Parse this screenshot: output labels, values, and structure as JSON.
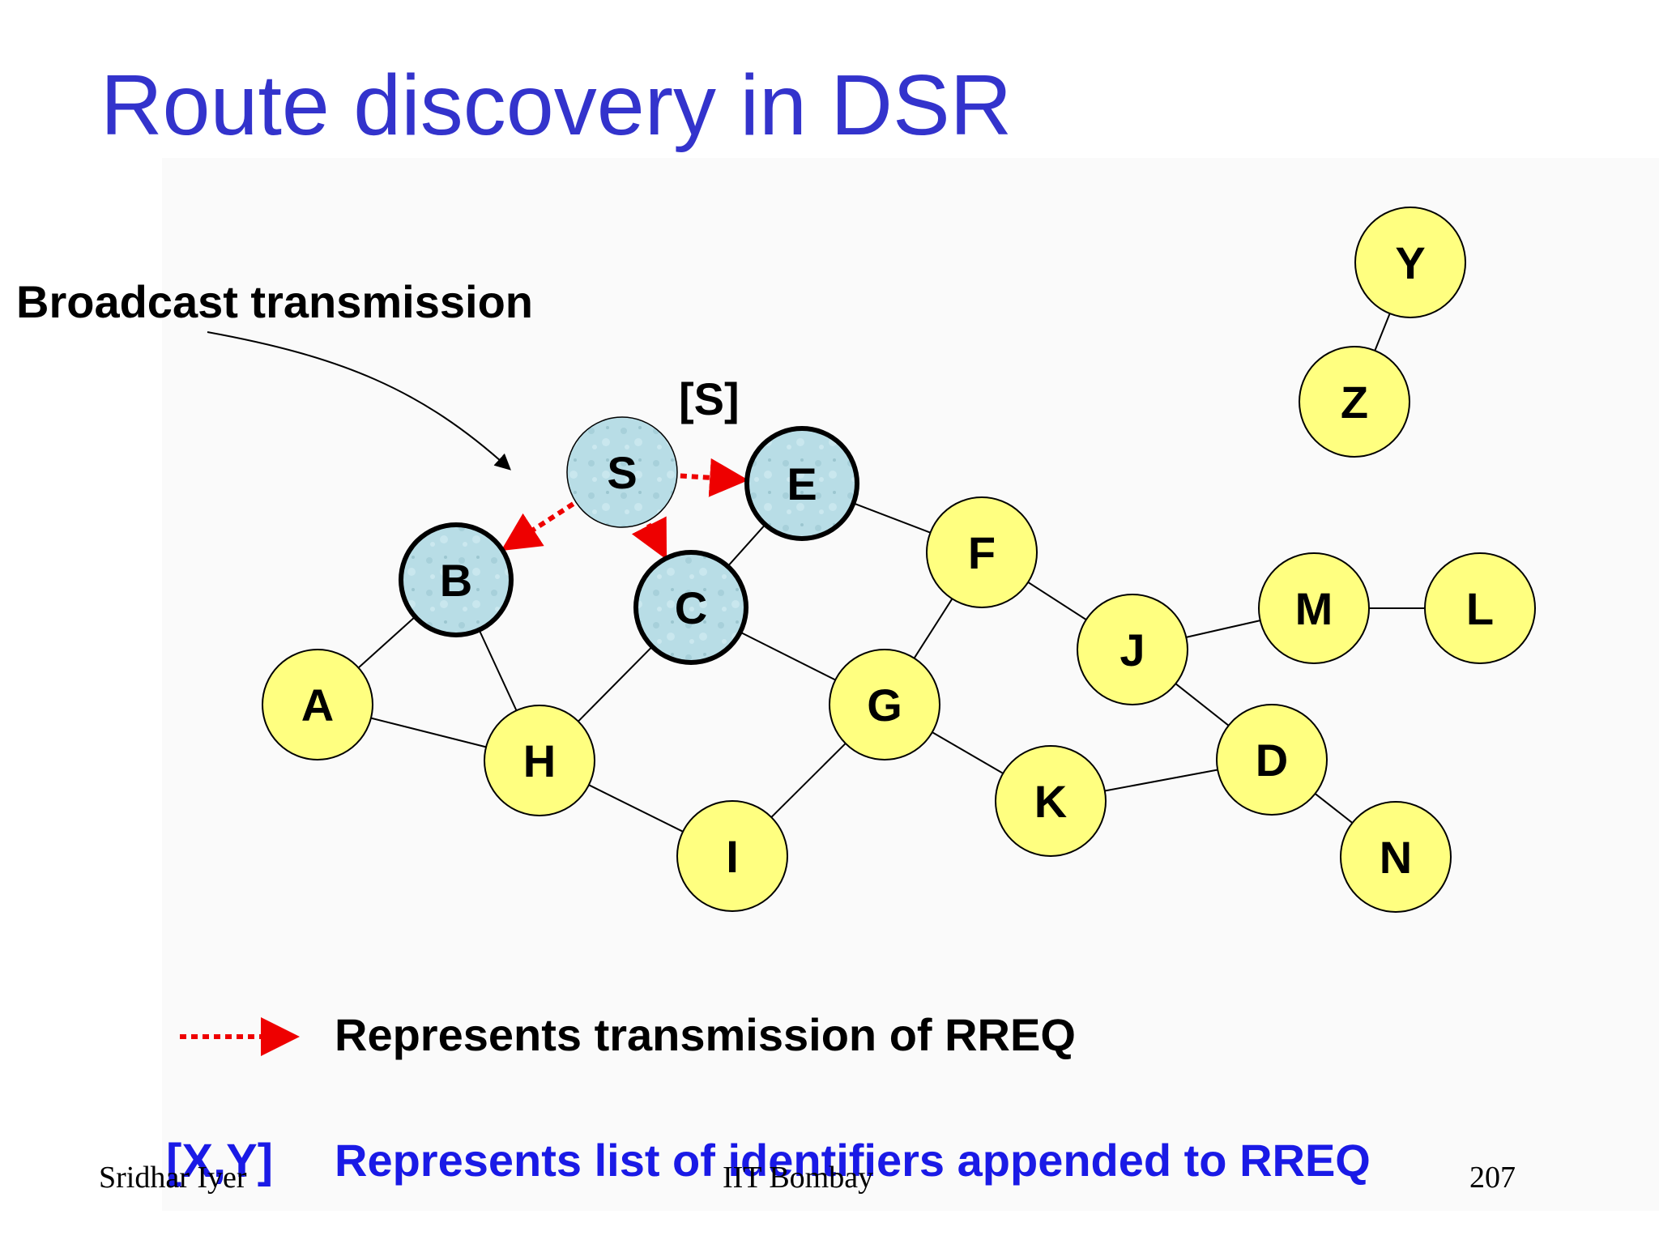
{
  "slide": {
    "title": "Route discovery in DSR",
    "broadcast_label": "Broadcast transmission",
    "packet_label": "[S]",
    "legend": {
      "rreq_text": "Represents transmission of RREQ",
      "list_symbol": "[X,Y]",
      "list_text": "Represents list of identifiers appended to RREQ"
    },
    "footer": {
      "author": "Sridhar Iyer",
      "institution": "IIT Bombay",
      "page": "207"
    }
  },
  "colors": {
    "title": "#3333cc",
    "legend_blue": "#1a1ae6",
    "node_fill": "#ffff80",
    "active_node_fill": "#b8dde6",
    "arrow": "#ee0000"
  },
  "nodes": [
    {
      "id": "S",
      "label": "S",
      "state": "source"
    },
    {
      "id": "E",
      "label": "E",
      "state": "received"
    },
    {
      "id": "B",
      "label": "B",
      "state": "received"
    },
    {
      "id": "C",
      "label": "C",
      "state": "received"
    },
    {
      "id": "A",
      "label": "A",
      "state": "idle"
    },
    {
      "id": "H",
      "label": "H",
      "state": "idle"
    },
    {
      "id": "I",
      "label": "I",
      "state": "idle"
    },
    {
      "id": "G",
      "label": "G",
      "state": "idle"
    },
    {
      "id": "F",
      "label": "F",
      "state": "idle"
    },
    {
      "id": "K",
      "label": "K",
      "state": "idle"
    },
    {
      "id": "J",
      "label": "J",
      "state": "idle"
    },
    {
      "id": "D",
      "label": "D",
      "state": "idle"
    },
    {
      "id": "M",
      "label": "M",
      "state": "idle"
    },
    {
      "id": "L",
      "label": "L",
      "state": "idle"
    },
    {
      "id": "N",
      "label": "N",
      "state": "idle"
    },
    {
      "id": "Y",
      "label": "Y",
      "state": "idle"
    },
    {
      "id": "Z",
      "label": "Z",
      "state": "idle"
    }
  ],
  "links": [
    [
      "E",
      "F"
    ],
    [
      "E",
      "C"
    ],
    [
      "B",
      "A"
    ],
    [
      "B",
      "H"
    ],
    [
      "A",
      "H"
    ],
    [
      "C",
      "H"
    ],
    [
      "C",
      "G"
    ],
    [
      "H",
      "I"
    ],
    [
      "I",
      "G"
    ],
    [
      "G",
      "F"
    ],
    [
      "G",
      "K"
    ],
    [
      "F",
      "J"
    ],
    [
      "J",
      "M"
    ],
    [
      "M",
      "L"
    ],
    [
      "J",
      "D"
    ],
    [
      "K",
      "D"
    ],
    [
      "D",
      "N"
    ],
    [
      "Y",
      "Z"
    ]
  ],
  "rreq_transmissions": [
    [
      "S",
      "E"
    ],
    [
      "S",
      "B"
    ],
    [
      "S",
      "C"
    ]
  ]
}
